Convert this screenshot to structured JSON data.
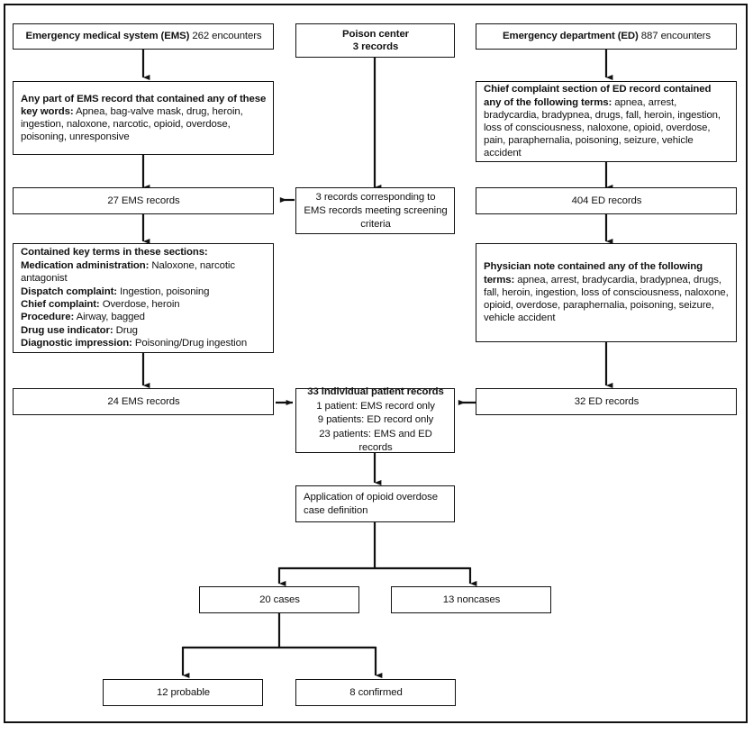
{
  "figure": {
    "type": "flowchart",
    "title_visible": false,
    "border_color": "#111111",
    "background": "#ffffff"
  },
  "nodes": {
    "ems_source": {
      "bold_part": "Emergency medical system (EMS)",
      "rest": " 262 encounters",
      "full": "Emergency medical system (EMS) 262 encounters"
    },
    "poison_center": {
      "line1": "Poison center",
      "line2": "3 records",
      "full": "Poison center 3 records"
    },
    "ed_source": {
      "bold_part": "Emergency department (ED)",
      "rest": " 887 encounters",
      "full": "Emergency department (ED) 887 encounters"
    },
    "ems_keywords": {
      "bold_part": "Any part of EMS record that contained any of these key words:",
      "rest": " Apnea, bag-valve mask, drug, heroin, ingestion, naloxone, narcotic, opioid, overdose, poisoning, unresponsive"
    },
    "ed_chief_complaint": {
      "bold_part": "Chief complaint section of ED record contained any of the following terms:",
      "rest": " apnea, arrest, bradycardia, bradypnea, drugs, fall, heroin, ingestion, loss of consciousness, naloxone, opioid, overdose, pain, paraphernalia, poisoning, seizure, vehicle accident"
    },
    "ems_27": {
      "label": "27 EMS records"
    },
    "poison_3_matching": {
      "label": "3 records corresponding to EMS records meeting screening criteria"
    },
    "ed_404": {
      "label": "404 ED records"
    },
    "ems_key_terms": {
      "heading": "Contained key terms in these sections:",
      "rows": [
        {
          "label": "Medication administration:",
          "value": " Naloxone, narcotic antagonist"
        },
        {
          "label": "Dispatch complaint:",
          "value": " Ingestion, poisoning"
        },
        {
          "label": "Chief complaint:",
          "value": " Overdose, heroin"
        },
        {
          "label": "Procedure:",
          "value": " Airway, bagged"
        },
        {
          "label": "Drug use indicator:",
          "value": " Drug"
        },
        {
          "label": "Diagnostic impression:",
          "value": " Poisoning/Drug ingestion"
        }
      ]
    },
    "ed_physician_note": {
      "bold_part": "Physician note contained any of the following terms:",
      "rest": " apnea, arrest, bradycardia, bradypnea, drugs, fall, heroin, ingestion, loss of consciousness, naloxone, opioid, overdose, paraphernalia, poisoning, seizure, vehicle accident"
    },
    "ems_24": {
      "label": "24 EMS records"
    },
    "ed_32": {
      "label": "32 ED records"
    },
    "combined_33": {
      "heading": "33 individual patient records",
      "lines": [
        "1 patient: EMS record only",
        "9 patients: ED record only",
        "23 patients: EMS and ED records"
      ]
    },
    "case_definition": {
      "label": "Application of opioid overdose case definition"
    },
    "cases_20": {
      "label": "20 cases"
    },
    "noncases_13": {
      "label": "13 noncases"
    },
    "probable_12": {
      "label": "12 probable"
    },
    "confirmed_8": {
      "label": "8 confirmed"
    }
  },
  "chart_data": {
    "type": "diagram",
    "flow": [
      {
        "from": "ems_source",
        "to": "ems_keywords",
        "direction": "down"
      },
      {
        "from": "ems_keywords",
        "to": "ems_27",
        "direction": "down"
      },
      {
        "from": "poison_center",
        "to": "poison_3_matching",
        "direction": "down"
      },
      {
        "from": "poison_3_matching",
        "to": "ems_27",
        "direction": "left"
      },
      {
        "from": "ed_source",
        "to": "ed_chief_complaint",
        "direction": "down"
      },
      {
        "from": "ed_chief_complaint",
        "to": "ed_404",
        "direction": "down"
      },
      {
        "from": "ems_27",
        "to": "ems_key_terms",
        "direction": "down"
      },
      {
        "from": "ed_404",
        "to": "ed_physician_note",
        "direction": "down"
      },
      {
        "from": "ems_key_terms",
        "to": "ems_24",
        "direction": "down"
      },
      {
        "from": "ed_physician_note",
        "to": "ed_32",
        "direction": "down"
      },
      {
        "from": "ems_24",
        "to": "combined_33",
        "direction": "right"
      },
      {
        "from": "ed_32",
        "to": "combined_33",
        "direction": "left"
      },
      {
        "from": "combined_33",
        "to": "case_definition",
        "direction": "down"
      },
      {
        "from": "case_definition",
        "to": "cases_20",
        "direction": "down-split-left"
      },
      {
        "from": "case_definition",
        "to": "noncases_13",
        "direction": "down-split-right"
      },
      {
        "from": "cases_20",
        "to": "probable_12",
        "direction": "down-split-left"
      },
      {
        "from": "cases_20",
        "to": "confirmed_8",
        "direction": "down-split-right"
      }
    ],
    "counts": {
      "ems_encounters": 262,
      "poison_center_records": 3,
      "ed_encounters": 887,
      "ems_records_screened": 27,
      "ed_records_screened": 404,
      "ems_records_final": 24,
      "ed_records_final": 32,
      "individual_patient_records": 33,
      "ems_only_patients": 1,
      "ed_only_patients": 9,
      "ems_and_ed_patients": 23,
      "cases": 20,
      "noncases": 13,
      "probable": 12,
      "confirmed": 8
    }
  }
}
